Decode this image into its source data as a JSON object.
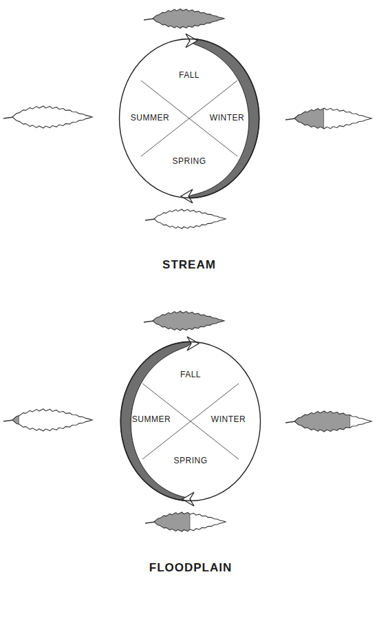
{
  "diagram": {
    "nodes": [
      {
        "text": [
          "FALL",
          "SUMMER",
          "WINTER",
          "SPRING",
          "STREAM"
        ]
      },
      {
        "text": [
          "FALL",
          "SUMMER",
          "WINTER",
          "SPRING",
          "FLOODPLAIN"
        ]
      }
    ]
  }
}
